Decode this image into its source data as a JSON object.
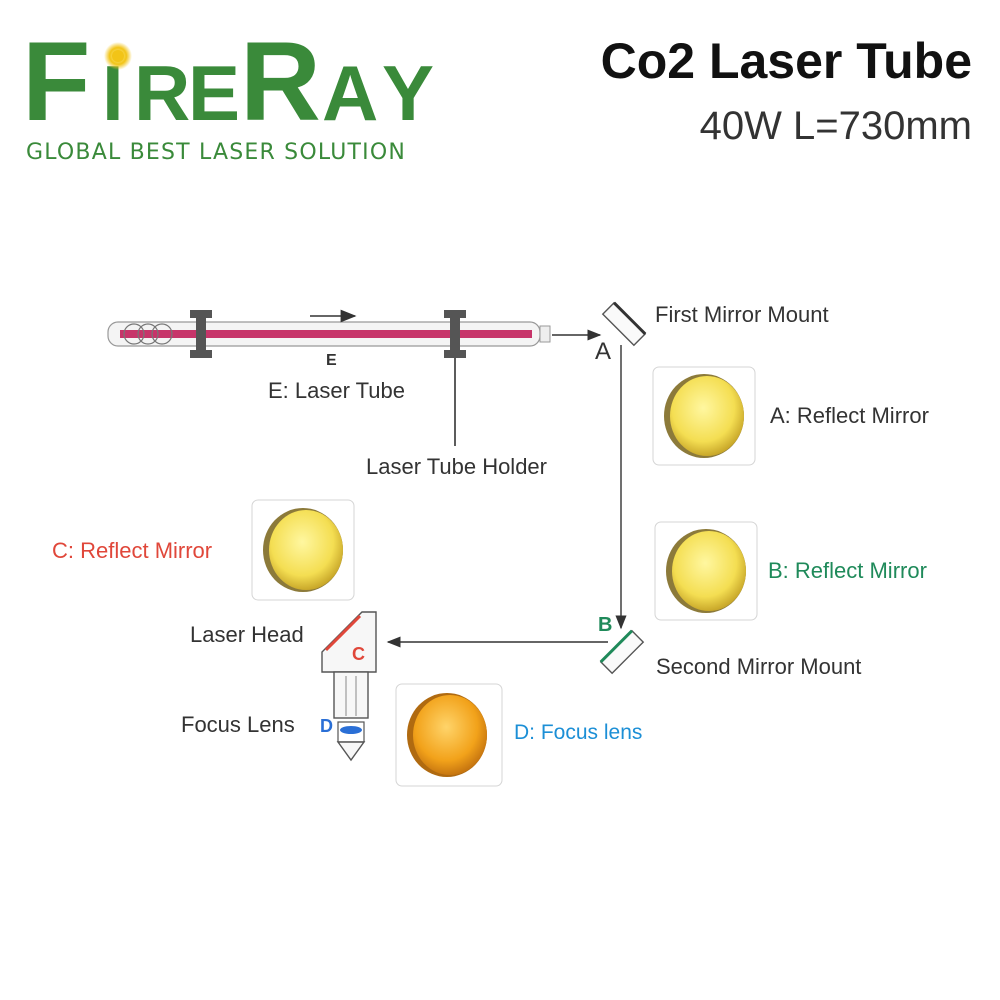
{
  "brand": {
    "logo_text": "FireRay",
    "tagline": "GLOBAL BEST LASER SOLUTION",
    "logo_color": "#3a8a3a",
    "sun_color": "#f2c417"
  },
  "header": {
    "title": "Co2 Laser Tube",
    "subtitle": "40W L=730mm"
  },
  "diagram": {
    "tube_marker": "E",
    "marker_a": "A",
    "marker_b": "B",
    "marker_c": "C",
    "marker_d": "D",
    "labels": {
      "laser_tube": "E: Laser Tube",
      "tube_holder": "Laser Tube Holder",
      "first_mirror_mount": "First Mirror Mount",
      "second_mirror_mount": "Second Mirror Mount",
      "laser_head": "Laser Head",
      "focus_lens": "Focus Lens"
    }
  },
  "parts": {
    "a": {
      "label": "A: Reflect Mirror",
      "color": "#333333"
    },
    "b": {
      "label": "B: Reflect Mirror",
      "color": "#1f8a5a"
    },
    "c": {
      "label": "C: Reflect Mirror",
      "color": "#e0473a"
    },
    "d": {
      "label": "D: Focus lens",
      "color": "#1c8fd6"
    }
  },
  "colors": {
    "tube_beam": "#c7356a",
    "mirror_gold": "#f6e05a",
    "lens_orange": "#f2a21a",
    "marker_green": "#1f8a5a",
    "marker_blue": "#2a6fd6"
  }
}
